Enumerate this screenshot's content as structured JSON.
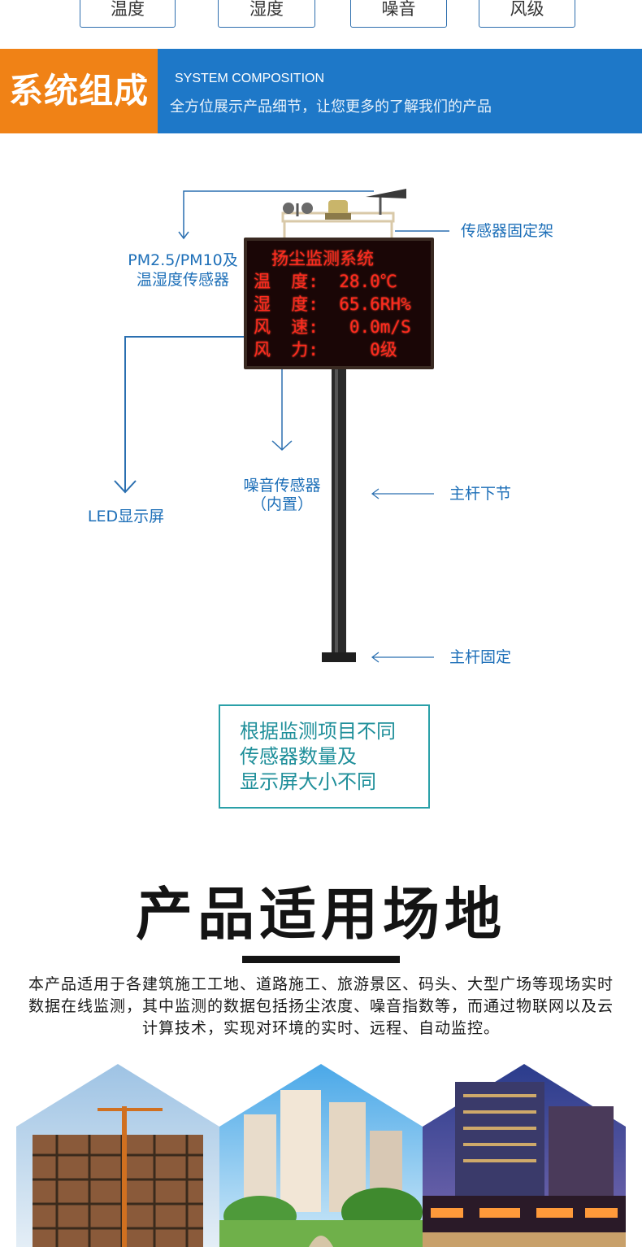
{
  "tags": [
    "温度",
    "湿度",
    "噪音",
    "风级"
  ],
  "banner": {
    "title": "系统组成",
    "subtitle_en": "SYSTEM COMPOSITION",
    "subtitle_cn": "全方位展示产品细节，让您更多的了解我们的产品"
  },
  "diagram": {
    "labels": {
      "bracket": "传感器固定架",
      "pm_line1": "PM2.5/PM10及",
      "pm_line2": "温湿度传感器",
      "led": "LED显示屏",
      "noise_line1": "噪音传感器",
      "noise_line2": "（内置）",
      "pole_lower": "主杆下节",
      "pole_fixed": "主杆固定"
    },
    "screen": {
      "title": "扬尘监测系统",
      "rows": [
        "温  度:  28.0℃",
        "湿  度:  65.6RH%",
        "风  速:   0.0m/S",
        "风  力:     0级"
      ]
    },
    "notice": [
      "根据监测项目不同",
      "传感器数量及",
      "显示屏大小不同"
    ]
  },
  "section": {
    "heading": "产品适用场地",
    "description": "本产品适用于各建筑施工工地、道路施工、旅游景区、码头、大型广场等现场实时数据在线监测，其中监测的数据包括扬尘浓度、噪音指数等，而通过物联网以及云计算技术，实现对环境的实时、远程、自动监控。"
  },
  "colors": {
    "banner_blue": "#1e78c8",
    "banner_orange": "#f08216",
    "label_blue": "#1d6fb8",
    "led_red": "#ff2a1e",
    "notice_teal": "#2aa0a8"
  }
}
